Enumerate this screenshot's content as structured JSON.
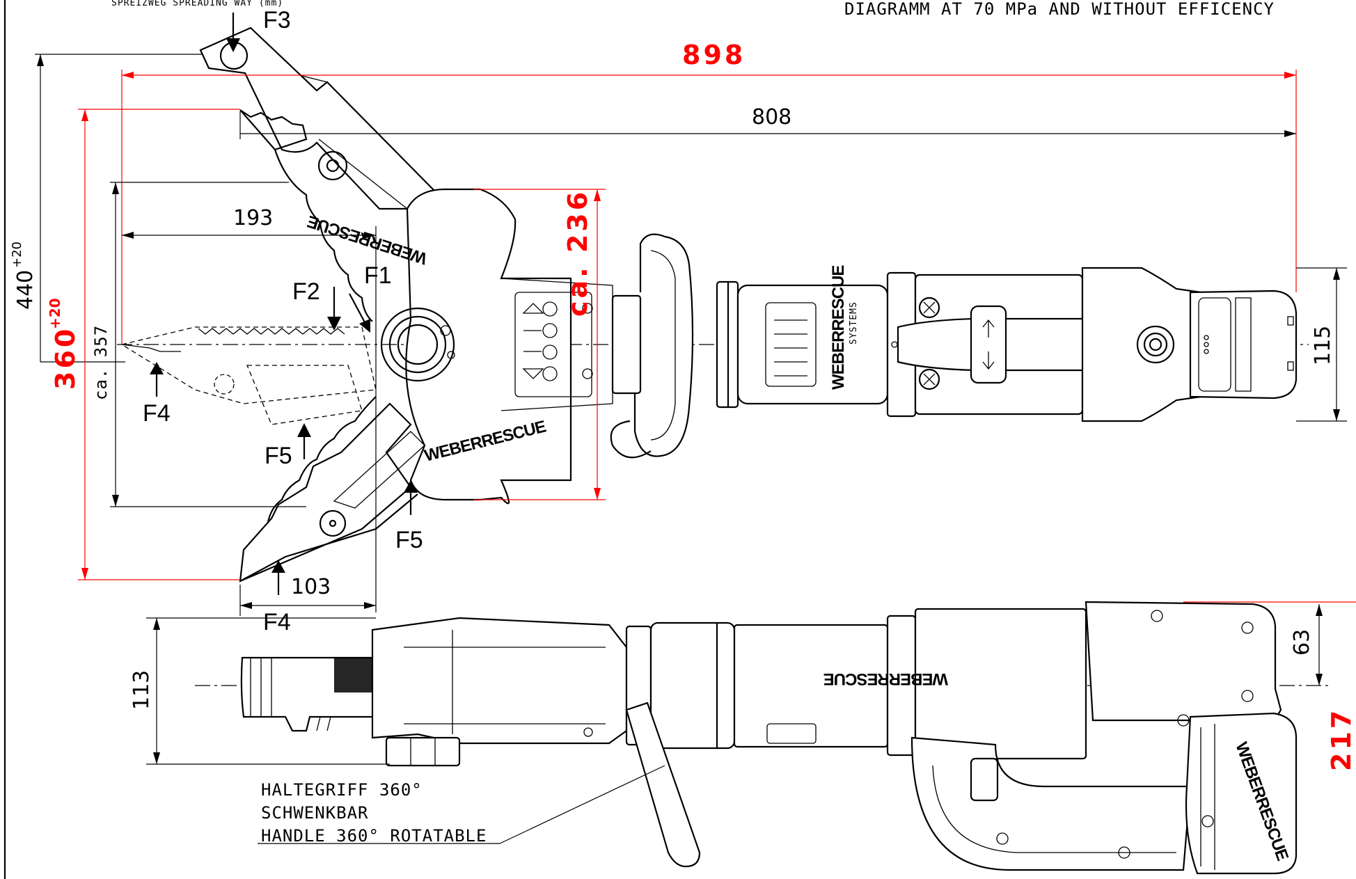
{
  "header": {
    "spreading_way_label": "SPREIZWEG SPREADING WAY (mm)",
    "diagram_note": "DIAGRAMM AT 70 MPa AND WITHOUT EFFICENCY"
  },
  "dimensions": {
    "overall_length": "898",
    "length_808": "808",
    "length_193": "193",
    "length_103": "103",
    "opening_440": "440",
    "opening_440_tol": "+20",
    "opening_360": "360",
    "opening_360_tol": "+20",
    "jaw_height": "ca. 357",
    "head_width": "ca. 236",
    "body_height_115": "115",
    "side_height_113": "113",
    "side_height_63": "63",
    "side_height_217": "217"
  },
  "forces": {
    "f1": "F1",
    "f2": "F2",
    "f3": "F3",
    "f4_tip": "F4",
    "f4_lower": "F4",
    "f5_left": "F5",
    "f5_right": "F5"
  },
  "handle_note": {
    "line1": "HALTEGRIFF 360°",
    "line2": "SCHWENKBAR",
    "line3": "HANDLE 360° ROTATABLE"
  },
  "branding": {
    "logo": "WEBERRESCUE",
    "logo_sub": "SYSTEMS"
  },
  "colors": {
    "dimension_highlight": "#ff0000",
    "line": "#000000"
  }
}
